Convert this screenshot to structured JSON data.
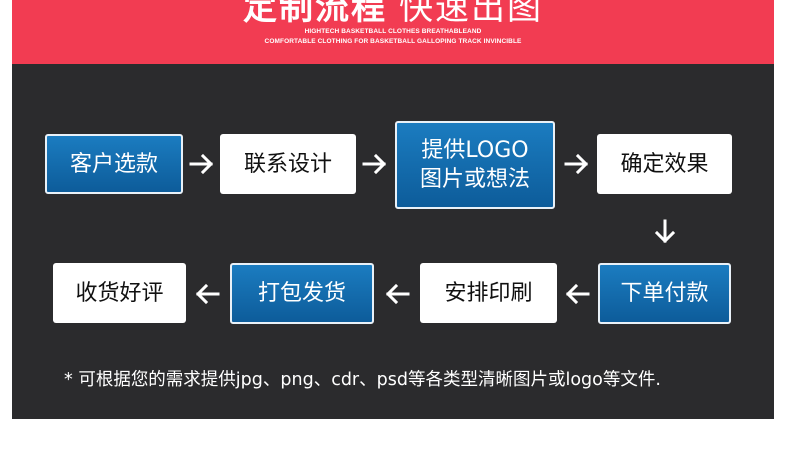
{
  "banner": {
    "title_bold": "定制流程",
    "title_light": "快速出图",
    "subtitle_line1": "HIGHTECH BASKETBALL CLOTHES BREATHABLEAND",
    "subtitle_line2": "COMFORTABLE CLOTHING FOR BASKETBALL GALLOPING TRACK INVINCIBLE",
    "background_color": "#f23c52"
  },
  "flow": {
    "row1": [
      {
        "label": "客户选款",
        "style": "blue"
      },
      {
        "label": "联系设计",
        "style": "white"
      },
      {
        "label_line1": "提供LOGO",
        "label_line2": "图片或想法",
        "style": "blue"
      },
      {
        "label": "确定效果",
        "style": "white"
      }
    ],
    "row2": [
      {
        "label": "收货好评",
        "style": "white"
      },
      {
        "label": "打包发货",
        "style": "blue"
      },
      {
        "label": "安排印刷",
        "style": "white"
      },
      {
        "label": "下单付款",
        "style": "blue"
      }
    ],
    "arrow_icons": [
      "arrow-right-icon",
      "arrow-down-icon",
      "arrow-left-icon"
    ],
    "panel_color": "#2b2b2d",
    "accent_color": "#0f67a9"
  },
  "note": "* 可根据您的需求提供jpg、png、cdr、psd等各类型清晰图片或logo等文件."
}
